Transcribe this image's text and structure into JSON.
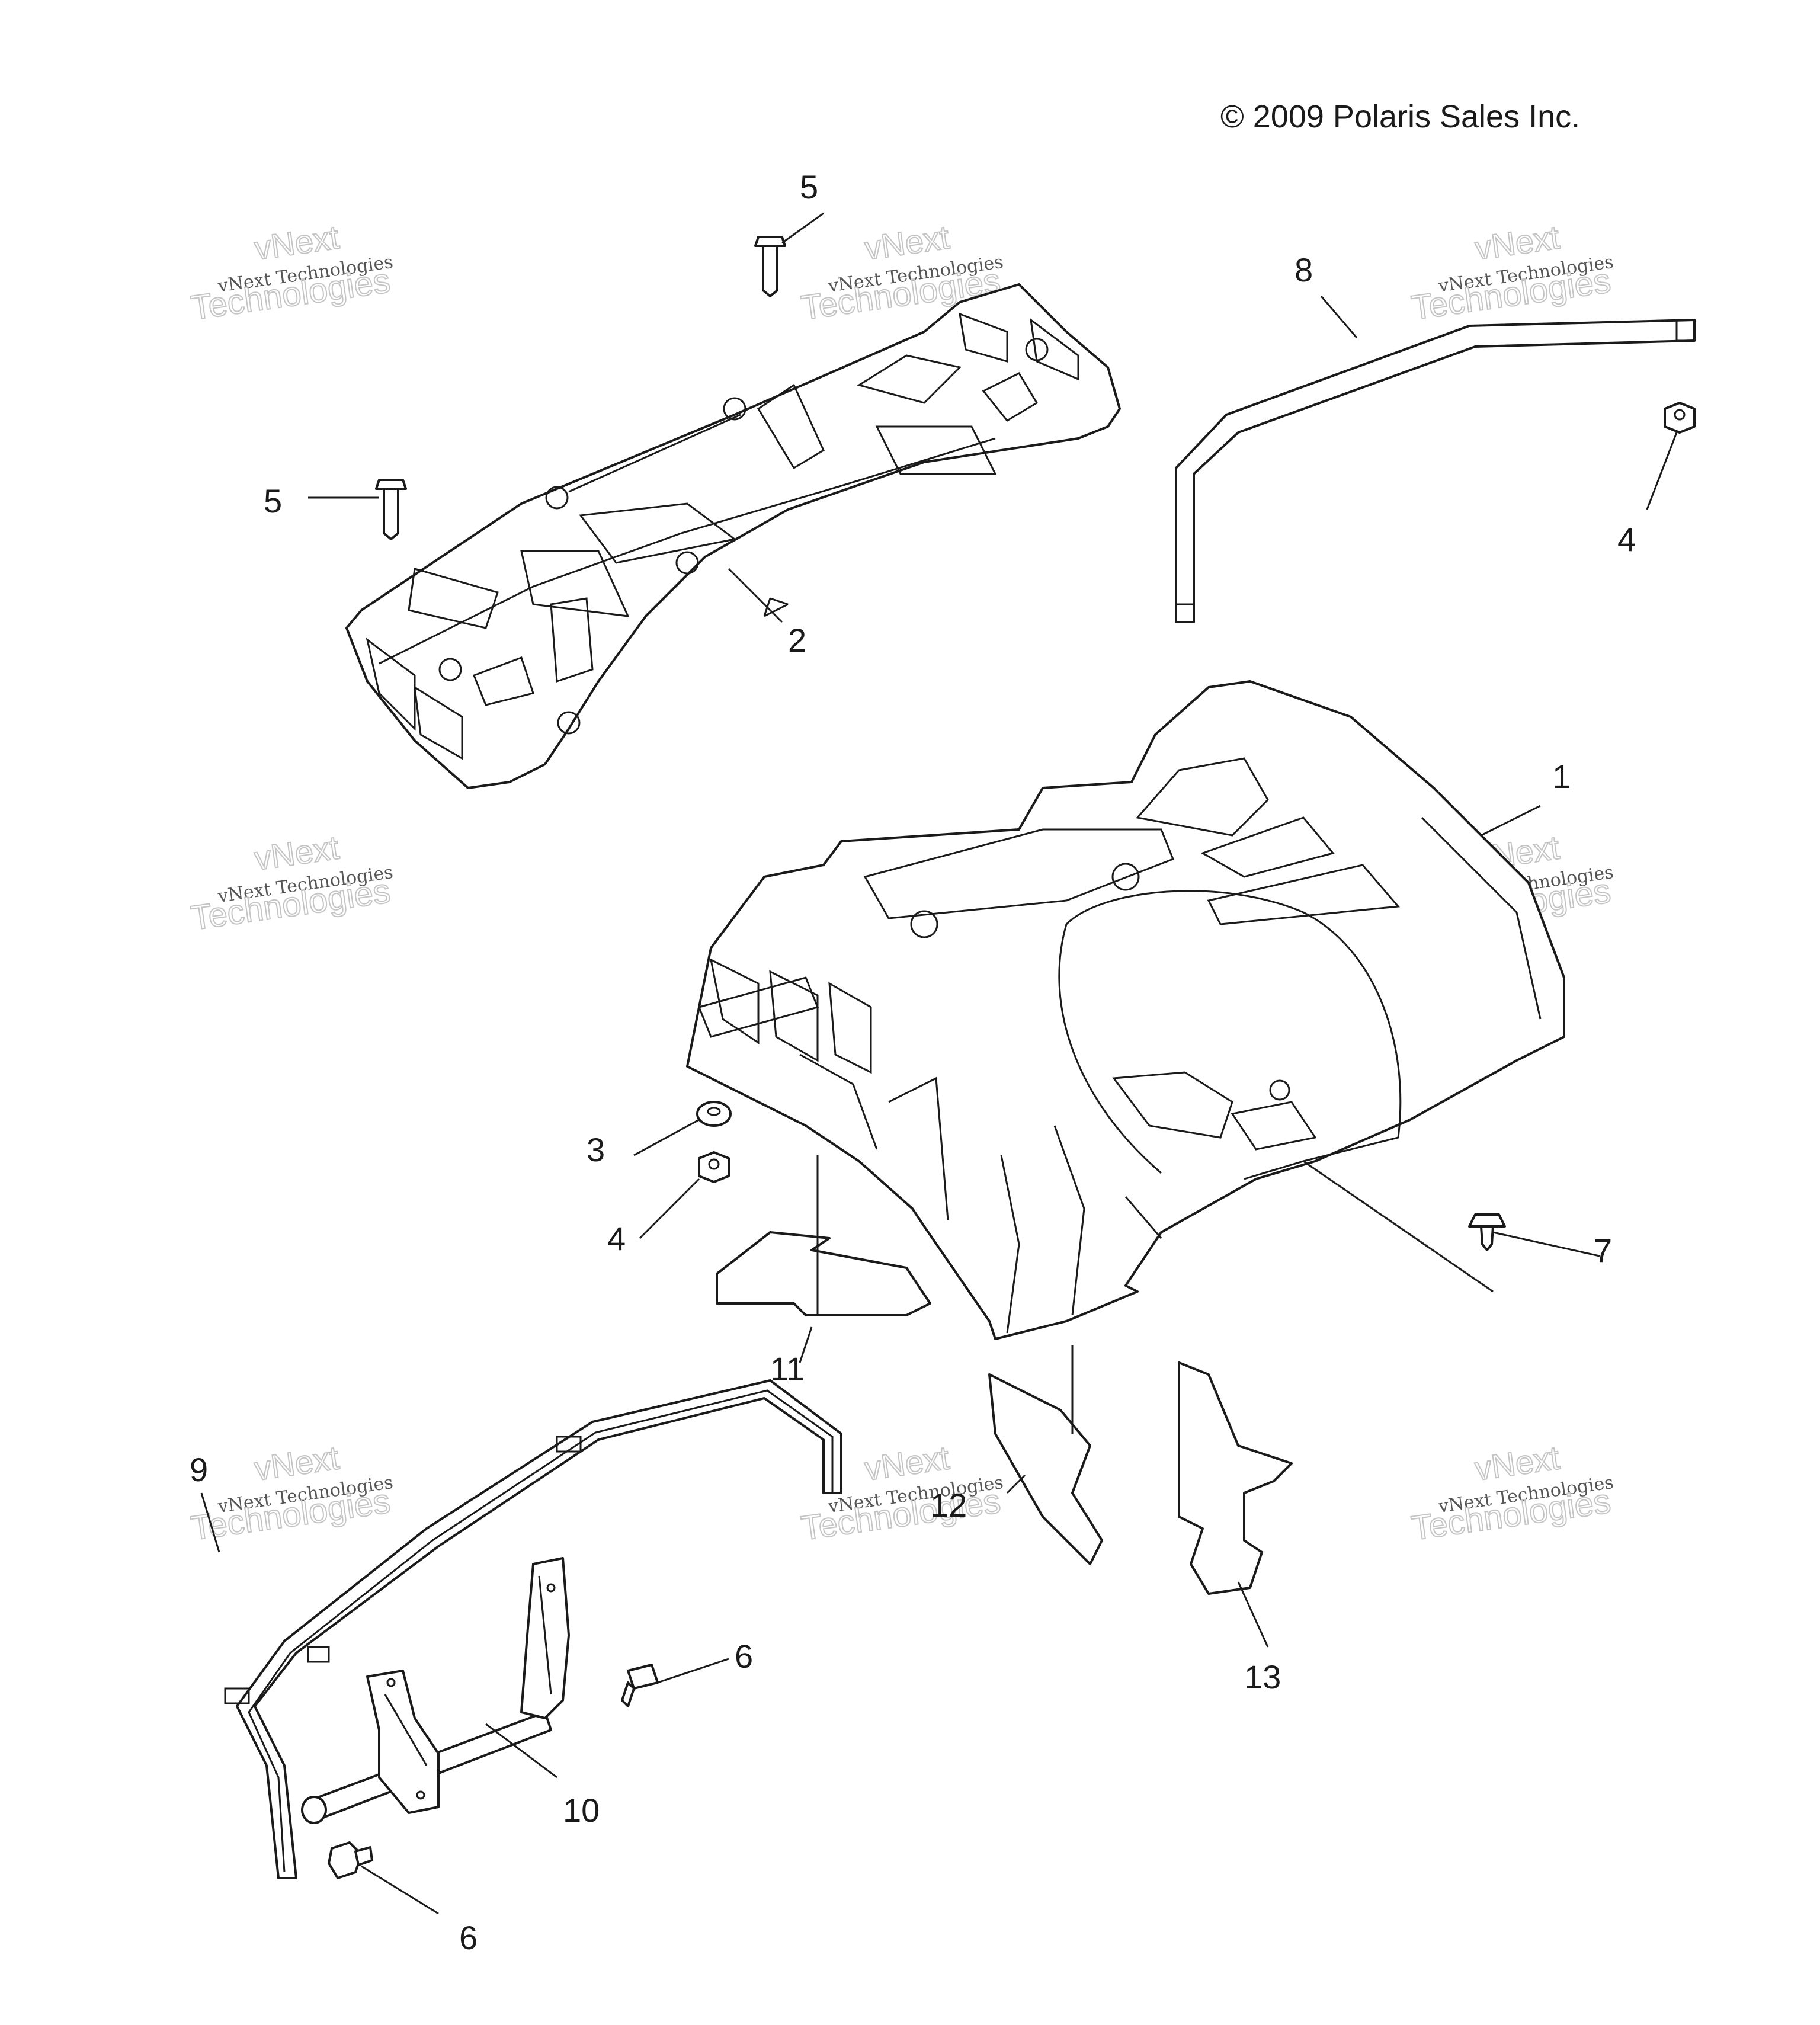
{
  "copyright": "© 2009 Polaris Sales Inc.",
  "watermark": {
    "line1": "vNext",
    "line2": "vNext Technologies",
    "line3": "Technologies"
  },
  "callouts": {
    "c1": "1",
    "c2": "2",
    "c3": "3",
    "c4a": "4",
    "c4b": "4",
    "c5a": "5",
    "c5b": "5",
    "c6a": "6",
    "c6b": "6",
    "c7": "7",
    "c8": "8",
    "c9": "9",
    "c10": "10",
    "c11": "11",
    "c12": "12",
    "c13": "13"
  }
}
